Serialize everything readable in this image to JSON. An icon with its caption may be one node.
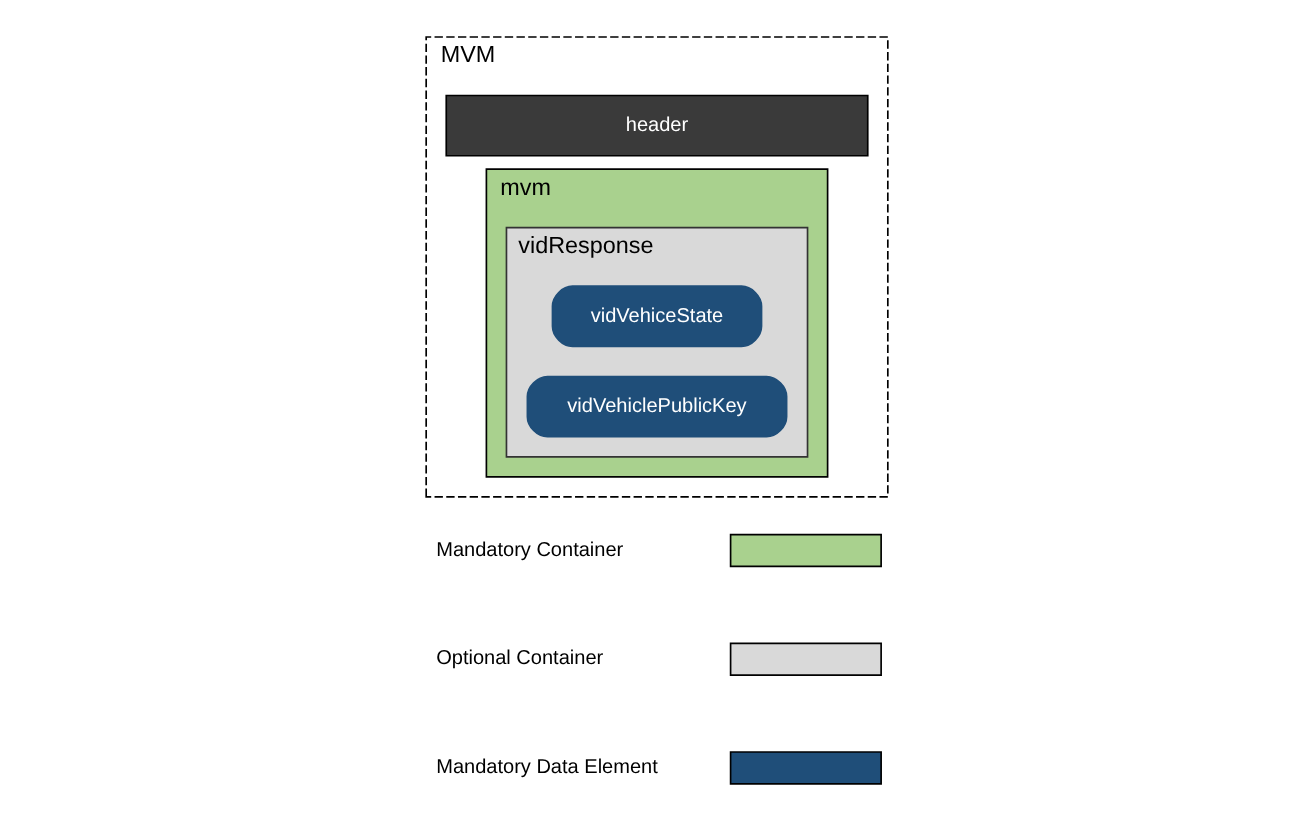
{
  "diagram": {
    "nodes": [
      {
        "text": [
          "MVM"
        ]
      },
      {
        "text": [
          "header"
        ],
        "in": 0
      },
      {
        "text": [
          "mvm"
        ],
        "in": 0
      },
      {
        "text": [
          "vidResponse"
        ],
        "in": 2
      },
      {
        "text": [
          "vidVehiceState"
        ],
        "in": 3
      },
      {
        "text": [
          "vidVehiclePublicKey"
        ],
        "in": 3
      }
    ],
    "legend": [
      {
        "text": "Mandatory Container",
        "color": "#a9d18e"
      },
      {
        "text": "Optional Container",
        "color": "#d9d9d9"
      },
      {
        "text": "Mandatory Data Element",
        "color": "#1f4e79"
      }
    ]
  }
}
